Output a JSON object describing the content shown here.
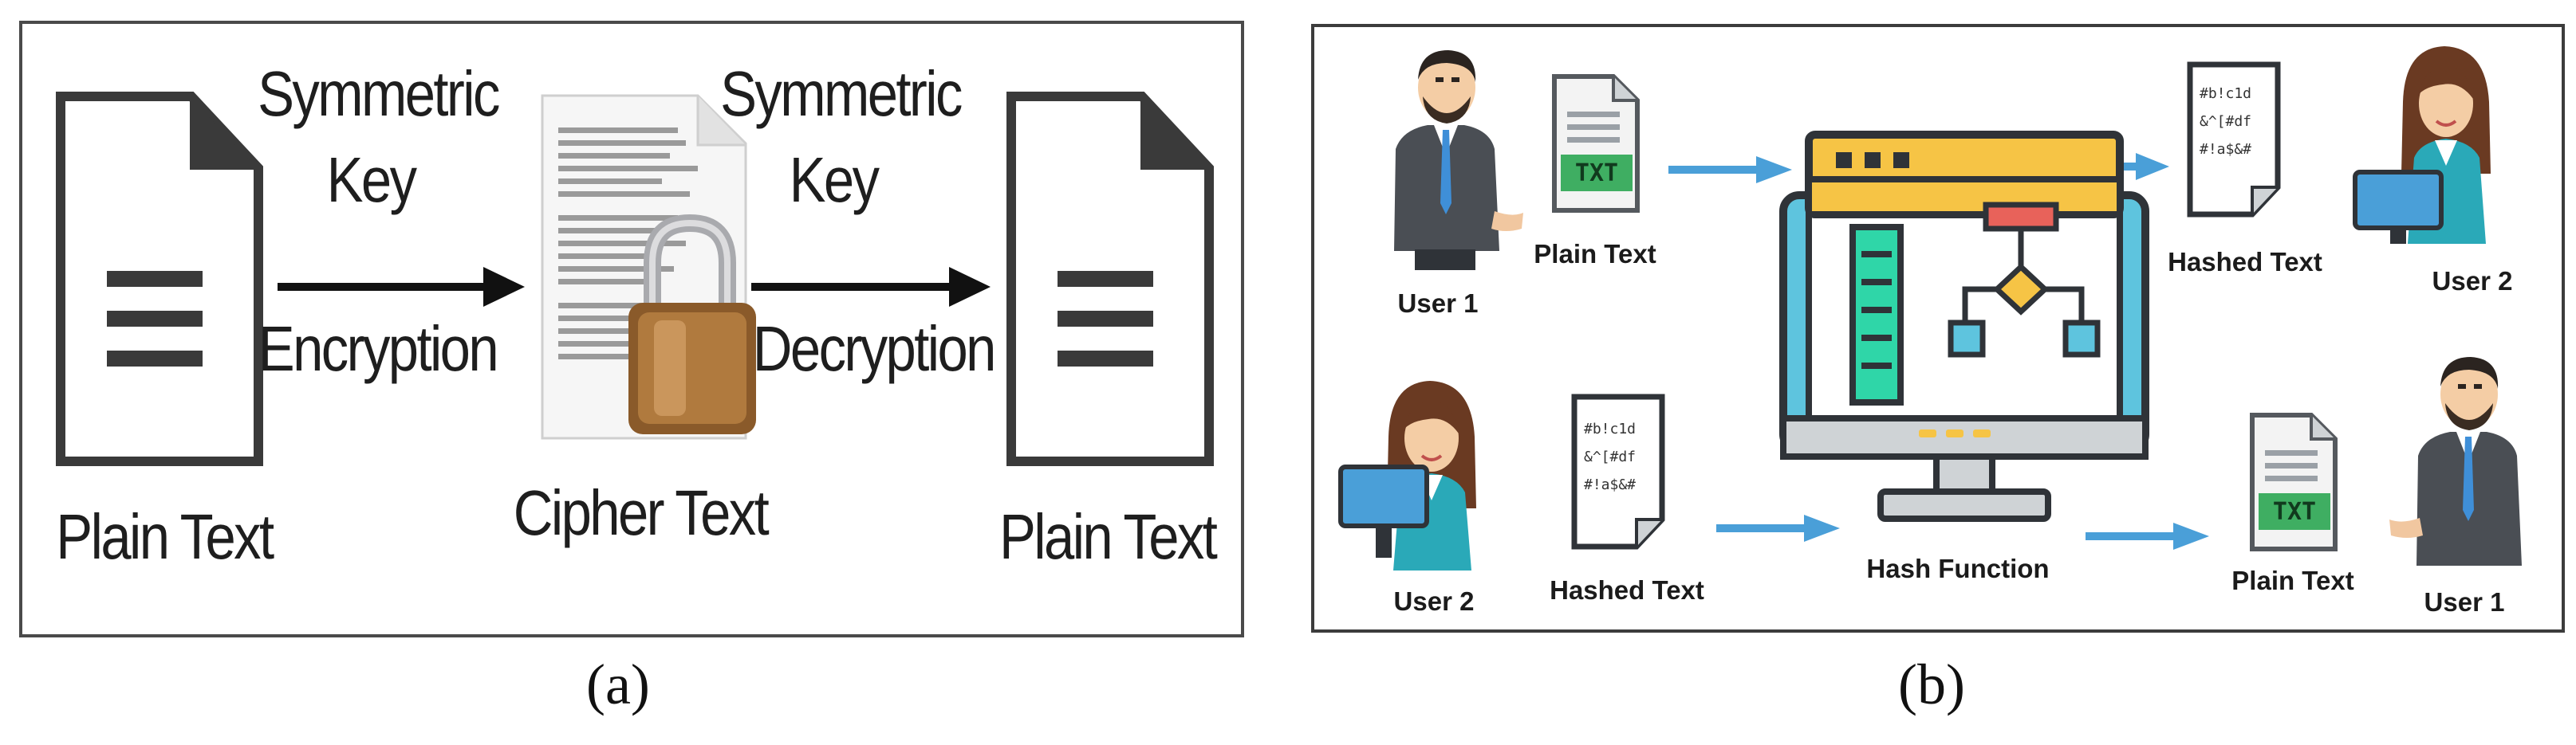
{
  "panel_a": {
    "left_doc_label": "Plain Text",
    "encrypt_top": "Symmetric",
    "encrypt_mid": "Key",
    "encrypt_bottom": "Encryption",
    "cipher_label": "Cipher Text",
    "decrypt_top": "Symmetric",
    "decrypt_mid": "Key",
    "decrypt_bottom": "Decryption",
    "right_doc_label": "Plain Text",
    "caption": "(a)"
  },
  "panel_b": {
    "user1_top": "User 1",
    "plain_text_top": "Plain Text",
    "hashed_text_top": "Hashed Text",
    "user2_top": "User 2",
    "user2_bottom": "User 2",
    "hashed_text_bottom": "Hashed Text",
    "hash_function": "Hash Function",
    "plain_text_bottom": "Plain Text",
    "user1_bottom": "User 1",
    "txt_badge": "TXT",
    "hash_line1": "#b!c1d",
    "hash_line2": "&^[#df",
    "hash_line3": "#!a$&#",
    "caption": "(b)"
  },
  "colors": {
    "arrow_blue": "#4a9fd8",
    "monitor_teal": "#5ec4de",
    "screen_green": "#2fd6a8",
    "header_yellow": "#f6c445",
    "txt_green": "#3fae62",
    "suit_gray": "#4a4e54",
    "teal_blouse": "#2aa9b8"
  },
  "icons": [
    "document-icon",
    "cipher-lock-icon",
    "arrow-icon",
    "businessman-icon",
    "businesswoman-icon",
    "txt-file-icon",
    "hashed-file-icon",
    "monitor-flowchart-icon"
  ]
}
